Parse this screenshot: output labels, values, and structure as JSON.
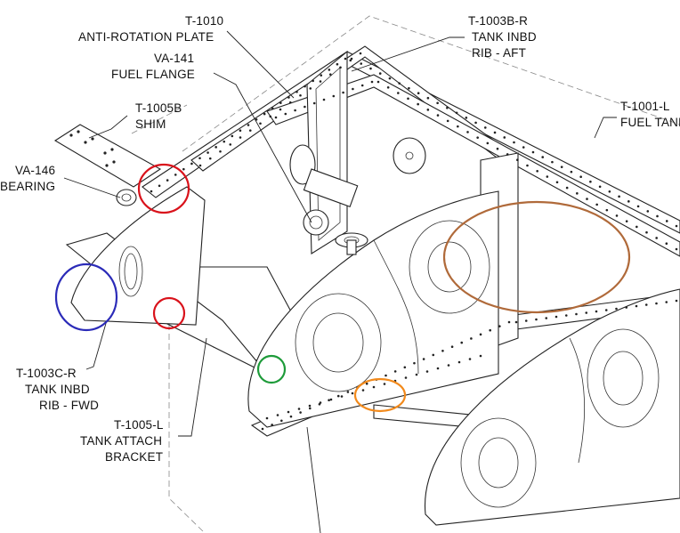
{
  "labels": {
    "t1010": [
      "T-1010",
      "ANTI-ROTATION PLATE"
    ],
    "t1003b": [
      "T-1003B-R",
      "TANK INBD",
      "RIB - AFT"
    ],
    "va141": [
      "VA-141",
      "FUEL FLANGE"
    ],
    "t1001": [
      "T-1001-L",
      "FUEL TANK"
    ],
    "t1005b": [
      "T-1005B",
      "SHIM"
    ],
    "va146": [
      "VA-146",
      "BEARING"
    ],
    "t1003c": [
      "T-1003C-R",
      "TANK INBD",
      "RIB - FWD"
    ],
    "t1005l": [
      "T-1005-L",
      "TANK ATTACH",
      "BRACKET"
    ]
  },
  "highlights": {
    "red": "#d9121b",
    "blue": "#2b2bb8",
    "green": "#1e9b3a",
    "orange": "#f28a1c",
    "brown": "#b06a3a"
  }
}
